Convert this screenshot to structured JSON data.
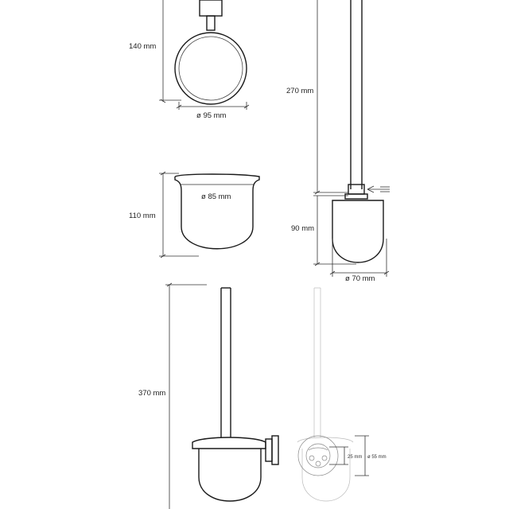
{
  "dimensions": {
    "holder_height": "140 mm",
    "ring_diameter": "ø 95 mm",
    "cup_height": "110 mm",
    "cup_diameter": "ø 85 mm",
    "brush_handle_length": "270 mm",
    "brush_head_height": "90 mm",
    "brush_head_diameter": "ø 70 mm",
    "total_height": "370 mm",
    "mount_height": "25 mm",
    "mount_diameter": "ø 55 mm"
  }
}
